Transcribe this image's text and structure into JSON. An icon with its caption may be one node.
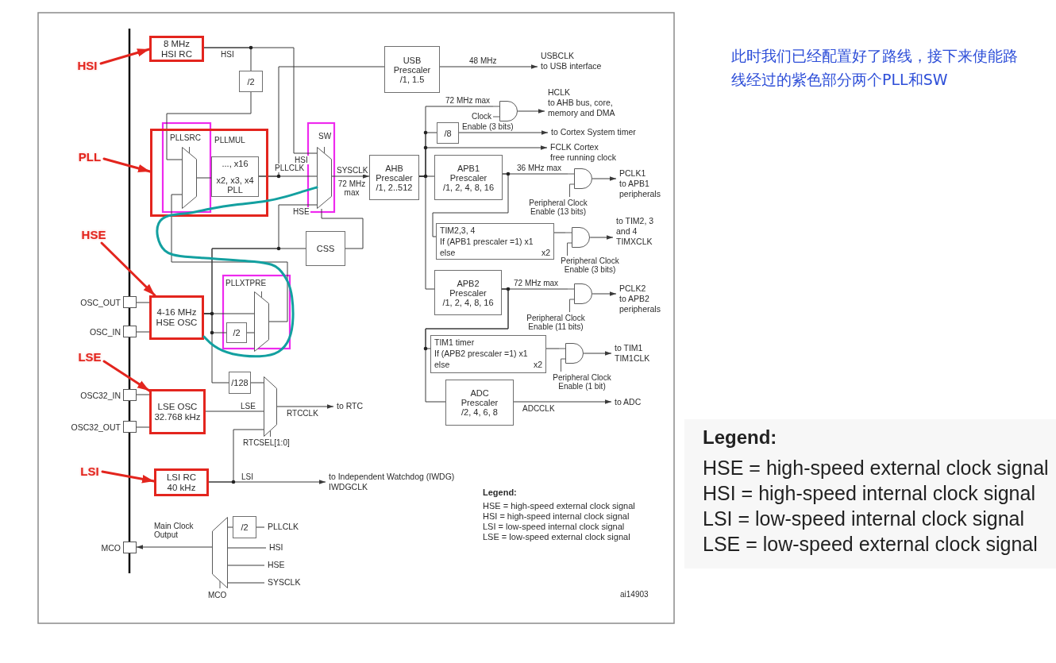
{
  "diagram": {
    "nodes": [
      {
        "text": [
          "HSI"
        ]
      },
      {
        "text": [
          "8 MHz",
          "HSI RC"
        ]
      },
      {
        "text": [
          "/2"
        ]
      },
      {
        "text": [
          "USB Prescaler",
          "/1, 1.5"
        ]
      },
      {
        "text": [
          "USBCLK",
          "to USB interface"
        ]
      },
      {
        "text": [
          "PLL"
        ]
      },
      {
        "text": [],
        "shape": "box"
      },
      {
        "text": [],
        "shape": "trapezoid",
        "in": 6,
        "beside": [
          "PLLSRC"
        ]
      },
      {
        "text": [
          "..., x16",
          "x2, x3, x4",
          "PLL"
        ],
        "in": 6,
        "beside": [
          "PLLMUL"
        ]
      },
      {
        "text": [],
        "shape": "trapezoid",
        "beside": [
          "SW"
        ]
      },
      {
        "text": [
          "AHB Prescaler",
          "/1, 2..512"
        ]
      },
      {
        "text": [
          "CSS"
        ]
      },
      {
        "text": [
          "/8"
        ]
      },
      {
        "text": [],
        "shape": "gate",
        "beside": [
          "Clock",
          "Enable (3 bits)"
        ]
      },
      {
        "text": [
          "HCLK",
          "to AHB bus, core, memory and DMA"
        ]
      },
      {
        "text": [
          "to Cortex System timer"
        ]
      },
      {
        "text": [
          "FCLK Cortex",
          "free running clock"
        ]
      },
      {
        "text": [
          "APB1 Prescaler",
          "/1, 2, 4, 8, 16"
        ]
      },
      {
        "text": [],
        "shape": "gate",
        "beside": [
          "Peripheral Clock Enable (13 bits)"
        ]
      },
      {
        "text": [
          "TIM2,3, 4",
          "If (APB1 prescaler =1) x1",
          "else",
          "x2"
        ]
      },
      {
        "text": [],
        "shape": "gate",
        "beside": [
          "Peripheral Clock Enable (3 bits)"
        ]
      },
      {
        "text": [
          "APB2 Prescaler",
          "/1, 2, 4, 8, 16"
        ]
      },
      {
        "text": [],
        "shape": "gate",
        "beside": [
          "Peripheral Clock Enable (11 bits)"
        ]
      },
      {
        "text": [
          "TIM1 timer",
          "If (APB2 prescaler =1) x1",
          "else",
          "x2"
        ]
      },
      {
        "text": [],
        "shape": "gate",
        "beside": [
          "Peripheral Clock Enable (1 bit)"
        ]
      },
      {
        "text": [
          "ADC Prescaler",
          "/2, 4, 6, 8"
        ]
      },
      {
        "text": [
          "HSE"
        ]
      },
      {
        "text": [],
        "shape": "box",
        "beside": [
          "OSC_OUT"
        ]
      },
      {
        "text": [],
        "shape": "box",
        "beside": [
          "OSC_IN"
        ]
      },
      {
        "text": [
          "4-16 MHz",
          "HSE OSC"
        ]
      },
      {
        "text": [],
        "shape": "trapezoid",
        "beside": [
          "PLLXTPRE"
        ]
      },
      {
        "text": [
          "/2"
        ]
      },
      {
        "text": [
          "LSE"
        ]
      },
      {
        "text": [],
        "shape": "box",
        "beside": [
          "OSC32_IN"
        ]
      },
      {
        "text": [],
        "shape": "box",
        "beside": [
          "OSC32_OUT"
        ]
      },
      {
        "text": [
          "LSE OSC",
          "32.768 kHz"
        ]
      },
      {
        "text": [
          "/128"
        ]
      },
      {
        "text": [],
        "shape": "trapezoid",
        "beside": [
          "RTCSEL[1:0]"
        ]
      },
      {
        "text": [
          "LSI"
        ]
      },
      {
        "text": [
          "LSI RC",
          "40 kHz"
        ]
      },
      {
        "text": [],
        "shape": "box",
        "beside": [
          "MCO"
        ]
      },
      {
        "text": [],
        "shape": "trapezoid",
        "beside": [
          "MCO"
        ]
      },
      {
        "text": [
          "/2"
        ]
      },
      {
        "text": [
          "PLLCLK"
        ]
      },
      {
        "text": [
          "HSI"
        ]
      },
      {
        "text": [
          "HSE"
        ]
      },
      {
        "text": [
          "SYSCLK"
        ]
      },
      {
        "text": [
          "PCLK1",
          "to APB1 peripherals"
        ]
      },
      {
        "text": [
          "to TIM2, 3 and 4",
          "TIMXCLK"
        ]
      },
      {
        "text": [
          "PCLK2",
          "to APB2 peripherals"
        ]
      },
      {
        "text": [
          "to TIM1",
          "TIM1CLK"
        ]
      },
      {
        "text": [
          "to ADC"
        ]
      },
      {
        "text": [
          "to RTC"
        ]
      },
      {
        "text": [
          "to Independent Watchdog (IWDG)",
          "IWDGCLK"
        ]
      }
    ],
    "edges": [
      {
        "from": 0,
        "to": 1,
        "arrow": "to",
        "style": "thick",
        "color": "#e3251e"
      },
      {
        "from": 5,
        "to": 6,
        "arrow": "to",
        "style": "thick",
        "color": "#e3251e"
      },
      {
        "from": 26,
        "to": 29,
        "arrow": "to",
        "style": "thick",
        "color": "#e3251e"
      },
      {
        "from": 32,
        "to": 35,
        "arrow": "to",
        "style": "thick",
        "color": "#e3251e"
      },
      {
        "from": 38,
        "to": 39,
        "arrow": "to",
        "style": "thick",
        "color": "#e3251e"
      },
      {
        "from": 1,
        "to": 2,
        "arrow": "none",
        "label": "HSI"
      },
      {
        "from": 1,
        "to": 9,
        "arrow": "none",
        "label": "HSI"
      },
      {
        "from": 2,
        "to": 7,
        "arrow": "none"
      },
      {
        "from": 7,
        "to": 8,
        "arrow": "none"
      },
      {
        "from": 8,
        "to": 9,
        "arrow": "none",
        "label": "PLLCLK"
      },
      {
        "from": 8,
        "to": 3,
        "arrow": "none"
      },
      {
        "from": 3,
        "to": 4,
        "arrow": "to",
        "label": "48 MHz"
      },
      {
        "from": 29,
        "to": 9,
        "arrow": "none",
        "label": "HSE"
      },
      {
        "from": 9,
        "to": 10,
        "arrow": "to",
        "label": "SYSCLK"
      },
      {
        "from": 11,
        "to": 9,
        "arrow": "none"
      },
      {
        "from": 29,
        "to": 11,
        "arrow": "none"
      },
      {
        "from": 10,
        "to": 13,
        "arrow": "none",
        "label": "72 MHz max"
      },
      {
        "from": 13,
        "to": 14,
        "arrow": "to"
      },
      {
        "from": 10,
        "to": 12,
        "arrow": "none"
      },
      {
        "from": 12,
        "to": 15,
        "arrow": "to"
      },
      {
        "from": 10,
        "to": 16,
        "arrow": "to"
      },
      {
        "from": 10,
        "to": 17,
        "arrow": "none"
      },
      {
        "from": 17,
        "to": 18,
        "arrow": "none",
        "label": "36 MHz max"
      },
      {
        "from": 18,
        "to": 47,
        "arrow": "to"
      },
      {
        "from": 17,
        "to": 19,
        "arrow": "none"
      },
      {
        "from": 19,
        "to": 20,
        "arrow": "none"
      },
      {
        "from": 20,
        "to": 48,
        "arrow": "to"
      },
      {
        "from": 10,
        "to": 21,
        "arrow": "none"
      },
      {
        "from": 21,
        "to": 22,
        "arrow": "none",
        "label": "72 MHz max"
      },
      {
        "from": 22,
        "to": 49,
        "arrow": "to"
      },
      {
        "from": 21,
        "to": 23,
        "arrow": "none"
      },
      {
        "from": 23,
        "to": 24,
        "arrow": "none"
      },
      {
        "from": 24,
        "to": 50,
        "arrow": "to"
      },
      {
        "from": 21,
        "to": 25,
        "arrow": "none"
      },
      {
        "from": 25,
        "to": 51,
        "arrow": "to",
        "label": "ADCCLK"
      },
      {
        "from": 27,
        "to": 29,
        "arrow": "none"
      },
      {
        "from": 28,
        "to": 29,
        "arrow": "none"
      },
      {
        "from": 29,
        "to": 30,
        "arrow": "none"
      },
      {
        "from": 29,
        "to": 31,
        "arrow": "none"
      },
      {
        "from": 31,
        "to": 30,
        "arrow": "none"
      },
      {
        "from": 30,
        "to": 7,
        "arrow": "none"
      },
      {
        "from": 29,
        "to": 36,
        "arrow": "none"
      },
      {
        "from": 36,
        "to": 37,
        "arrow": "none"
      },
      {
        "from": 35,
        "to": 37,
        "arrow": "none",
        "label": "LSE"
      },
      {
        "from": 37,
        "to": 52,
        "arrow": "to",
        "label": "RTCCLK"
      },
      {
        "from": 33,
        "to": 35,
        "arrow": "none"
      },
      {
        "from": 34,
        "to": 35,
        "arrow": "none"
      },
      {
        "from": 39,
        "to": 53,
        "arrow": "to",
        "label": "LSI"
      },
      {
        "from": 39,
        "to": 37,
        "arrow": "none"
      },
      {
        "from": 41,
        "to": 40,
        "arrow": "to",
        "label": "Main Clock Output"
      },
      {
        "from": 42,
        "to": 41,
        "arrow": "none"
      },
      {
        "from": 43,
        "to": 42,
        "arrow": "none"
      },
      {
        "from": 44,
        "to": 41,
        "arrow": "none"
      },
      {
        "from": 45,
        "to": 41,
        "arrow": "none"
      },
      {
        "from": 46,
        "to": 41,
        "arrow": "none"
      },
      {
        "from": 29,
        "to": 9,
        "arrow": "none",
        "style": "thick",
        "color": "#13a0a0"
      }
    ],
    "labels": [
      "72 MHz max",
      "Legend:",
      "HSE = high-speed external clock signal",
      "HSI = high-speed internal clock signal",
      "LSI = low-speed internal clock signal",
      "LSE = low-speed external clock signal",
      "ai14903",
      "此时我们已经配置好了路线，接下来使能路线经过的紫色部分两个PLL和SW",
      "Legend:",
      "HSE = high-speed external clock signal",
      "HSI = high-speed internal clock signal",
      "LSI = low-speed internal clock signal",
      "LSE = low-speed external clock signal"
    ]
  }
}
